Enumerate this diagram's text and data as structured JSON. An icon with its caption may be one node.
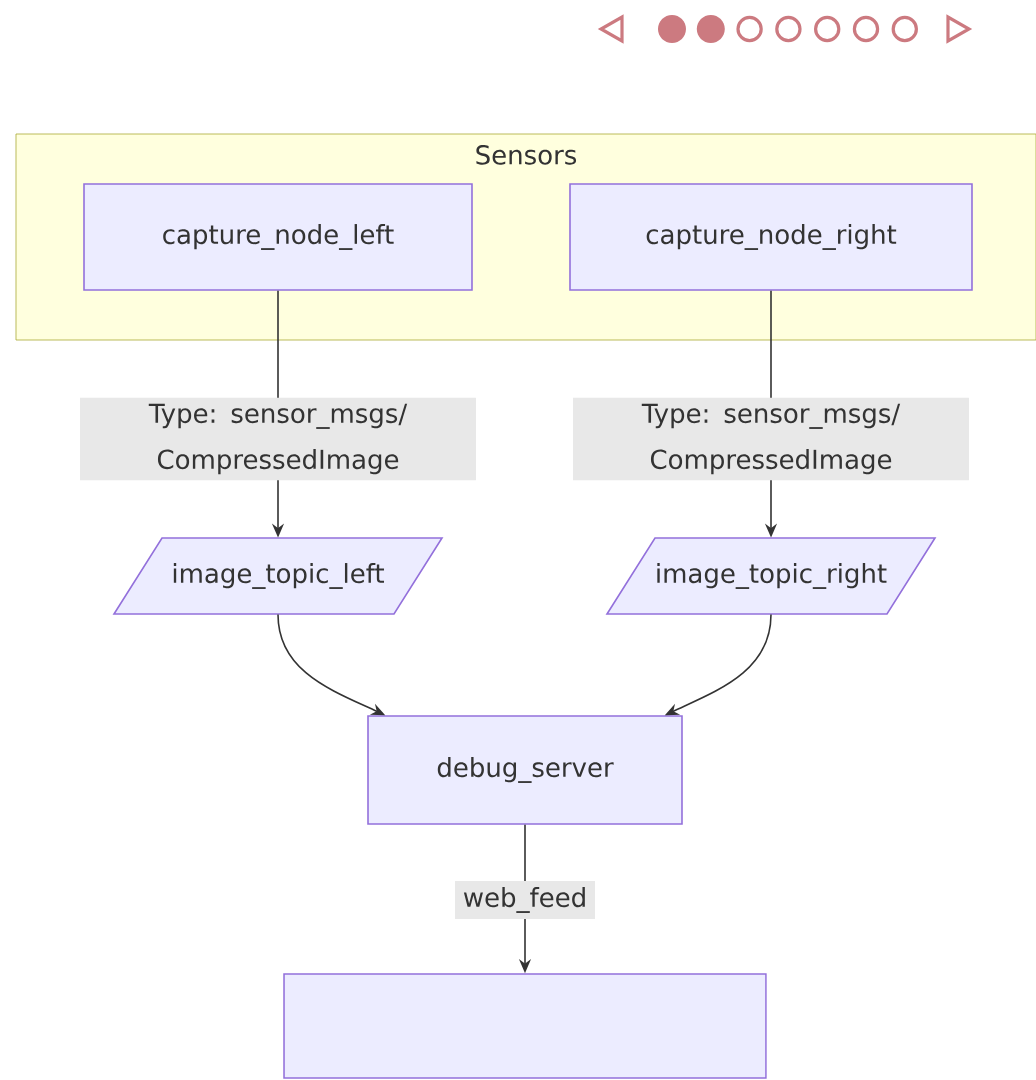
{
  "diagram": {
    "nodes": [
      {
        "text": [
          "Sensors"
        ]
      },
      {
        "text": [
          "capture_node_left"
        ],
        "in": 0
      },
      {
        "text": [
          "capture_node_right"
        ],
        "in": 0
      },
      {
        "text": [
          "image_topic_left"
        ]
      },
      {
        "text": [
          "image_topic_right"
        ]
      },
      {
        "text": [
          "debug_server"
        ]
      },
      {
        "text": [],
        "shape": "box"
      }
    ],
    "edges": [
      {
        "from": 1,
        "to": 3,
        "arrow": "to",
        "label": "Type: sensor_msgs/ CompressedImage"
      },
      {
        "from": 2,
        "to": 4,
        "arrow": "to",
        "label": "Type: sensor_msgs/ CompressedImage"
      },
      {
        "from": 3,
        "to": 5,
        "arrow": "to"
      },
      {
        "from": 4,
        "to": 5,
        "arrow": "to"
      },
      {
        "from": 5,
        "to": 6,
        "arrow": "to",
        "label": "web_feed"
      }
    ]
  }
}
